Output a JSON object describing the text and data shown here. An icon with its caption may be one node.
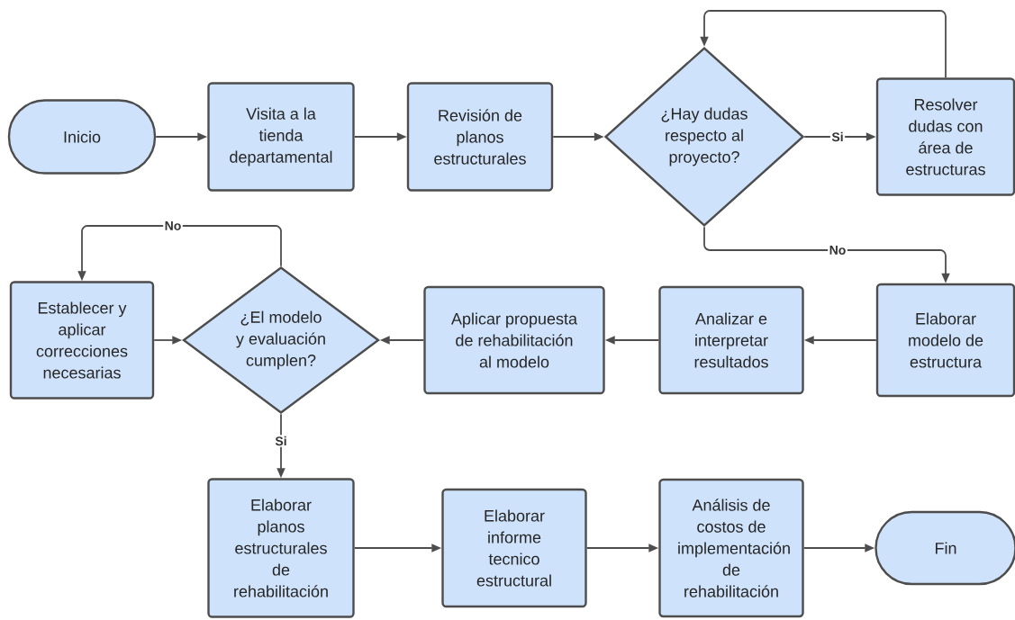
{
  "diagram": {
    "nodes": [
      {
        "text": [
          "Inicio"
        ]
      },
      {
        "text": [
          "Visita a la tienda departamental"
        ]
      },
      {
        "text": [
          "Revisión de planos estructurales"
        ]
      },
      {
        "text": [
          "¿Hay dudas respecto al proyecto?"
        ]
      },
      {
        "text": [
          "Resolver dudas con área de estructuras"
        ]
      },
      {
        "text": [
          "Elaborar modelo de estructura"
        ]
      },
      {
        "text": [
          "Analizar e interpretar resultados"
        ]
      },
      {
        "text": [
          "Aplicar propuesta de rehabilitación al modelo"
        ]
      },
      {
        "text": [
          "¿El modelo y evaluación cumplen?"
        ]
      },
      {
        "text": [
          "Establecer y aplicar correcciones necesarias"
        ]
      },
      {
        "text": [
          "Elaborar planos estructurales de rehabilitación"
        ]
      },
      {
        "text": [
          "Elaborar informe tecnico estructural"
        ]
      },
      {
        "text": [
          "Análisis de costos de implementación de rehabilitación"
        ]
      },
      {
        "text": [
          "Fin"
        ]
      }
    ],
    "edges": [
      {
        "from": 0,
        "to": 1,
        "arrow": "to"
      },
      {
        "from": 1,
        "to": 2,
        "arrow": "to"
      },
      {
        "from": 2,
        "to": 3,
        "arrow": "to"
      },
      {
        "from": 3,
        "to": 4,
        "arrow": "to",
        "label": "Si"
      },
      {
        "from": 4,
        "to": 3,
        "arrow": "to"
      },
      {
        "from": 3,
        "to": 5,
        "arrow": "to",
        "label": "No"
      },
      {
        "from": 5,
        "to": 6,
        "arrow": "to"
      },
      {
        "from": 6,
        "to": 7,
        "arrow": "to"
      },
      {
        "from": 7,
        "to": 8,
        "arrow": "to"
      },
      {
        "from": 9,
        "to": 8,
        "arrow": "to"
      },
      {
        "from": 8,
        "to": 9,
        "arrow": "to",
        "label": "No"
      },
      {
        "from": 8,
        "to": 10,
        "arrow": "to",
        "label": "Si"
      },
      {
        "from": 10,
        "to": 11,
        "arrow": "to"
      },
      {
        "from": 11,
        "to": 12,
        "arrow": "to"
      },
      {
        "from": 12,
        "to": 13,
        "arrow": "to"
      }
    ]
  }
}
